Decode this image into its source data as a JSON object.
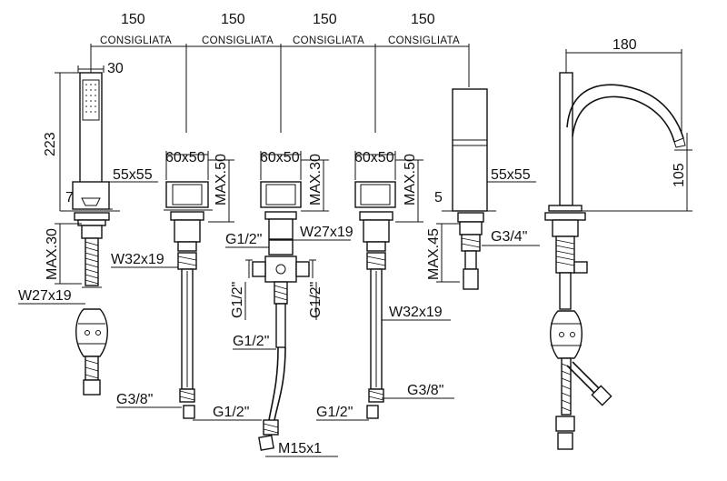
{
  "labels": {
    "spacing_top": [
      "150",
      "150",
      "150",
      "150"
    ],
    "consigliata": [
      "CONSIGLIATA",
      "CONSIGLIATA",
      "CONSIGLIATA",
      "CONSIGLIATA"
    ],
    "spout_reach": "180",
    "spout_height": "105",
    "shower_handle_dia": "30",
    "shower_handle_len": "223",
    "shower_holder": "55x55",
    "shower_holder_gap": "7",
    "shower_max": "MAX.30",
    "shower_nut": "W27x19",
    "valve1_size": "60x50",
    "valve1_max": "MAX.50",
    "valve1_nut": "W32x19",
    "valve1_hose": "G3/8\"",
    "valve1_out": "G1/2\"",
    "diverter_size": "60x50",
    "diverter_max": "MAX.30",
    "diverter_nut": "W27x19",
    "diverter_in": "G1/2\"",
    "diverter_left": "G1/2\"",
    "diverter_right": "G1/2\"",
    "diverter_out": "G1/2\"",
    "diverter_hose": "M15x1",
    "valve2_size": "60x50",
    "valve2_max": "MAX.50",
    "valve2_nut": "W32x19",
    "valve2_hose": "G3/8\"",
    "valve2_out": "G1/2\"",
    "spout_body_size": "55x55",
    "spout_gap": "5",
    "spout_max": "MAX.45",
    "spout_thread": "G3/4\""
  }
}
